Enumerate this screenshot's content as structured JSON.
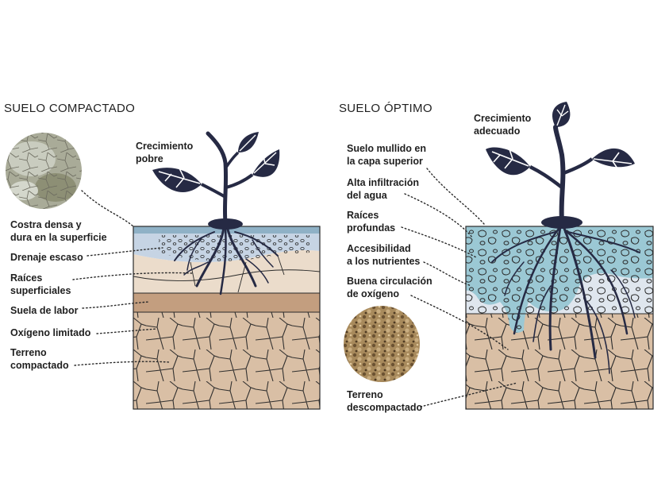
{
  "left": {
    "title": "SUELO COMPACTADO",
    "growth": [
      "Crecimiento",
      "pobre"
    ],
    "labels": {
      "costra": [
        "Costra densa y",
        "dura en la superficie"
      ],
      "drenaje": [
        "Drenaje escaso"
      ],
      "raices": [
        "Raíces",
        "superficiales"
      ],
      "suela": [
        "Suela de labor"
      ],
      "oxigeno": [
        "Oxígeno limitado"
      ],
      "terreno": [
        "Terreno",
        "compactado"
      ]
    }
  },
  "right": {
    "title": "SUELO ÓPTIMO",
    "growth": [
      "Crecimiento",
      "adecuado"
    ],
    "labels": {
      "mullido": [
        "Suelo mullido en",
        "la capa superior"
      ],
      "infiltracion": [
        "Alta infiltración",
        "del agua"
      ],
      "raices": [
        "Raíces",
        "profundas"
      ],
      "nutrientes": [
        "Accesibilidad",
        "a los nutrientes"
      ],
      "oxigeno": [
        "Buena circulación",
        "de oxígeno"
      ],
      "terreno": [
        "Terreno",
        "descompactado"
      ]
    }
  },
  "colors": {
    "plant": "#262a44",
    "soil": "#d9bfa5",
    "plow_pan": "#c39e7f",
    "light_layer": "#ebdccb",
    "blue_top": "#c6d4e4",
    "water": "#9bc8d4",
    "aerated": "#dfe6ee"
  }
}
